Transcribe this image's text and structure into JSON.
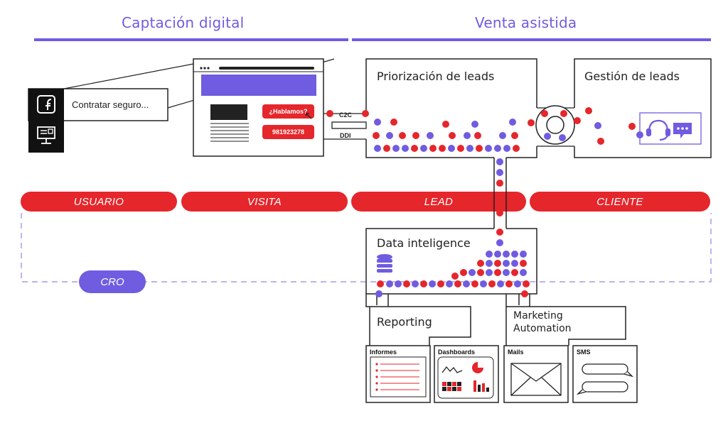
{
  "headers": {
    "left": "Captación digital",
    "right": "Venta asistida"
  },
  "ad": {
    "text": "Contratar seguro..."
  },
  "web": {
    "btn_primary": "¿Hablamos?",
    "btn_phone": "981923278"
  },
  "channels": {
    "c2c": "C2C",
    "ddi": "DDI"
  },
  "boxes": {
    "prioritization": "Priorización de leads",
    "management": "Gestión de leads",
    "data": "Data inteligence",
    "reporting": "Reporting",
    "marketing_line1": "Marketing",
    "marketing_line2": "Automation"
  },
  "stages": [
    "USUARIO",
    "VISITA",
    "LEAD",
    "CLIENTE"
  ],
  "cro": "CRO",
  "cards": {
    "informes": "Informes",
    "dashboards": "Dashboards",
    "mails": "Mails",
    "sms": "SMS"
  },
  "colors": {
    "accent_purple": "#6f5ce0",
    "accent_red": "#e5262b",
    "ink": "#222222"
  },
  "icons": [
    "facebook-icon",
    "monitor-icon",
    "cursor-icon",
    "headset-icon",
    "chat-icon",
    "database-icon",
    "envelope-icon",
    "sms-bubbles-icon"
  ]
}
